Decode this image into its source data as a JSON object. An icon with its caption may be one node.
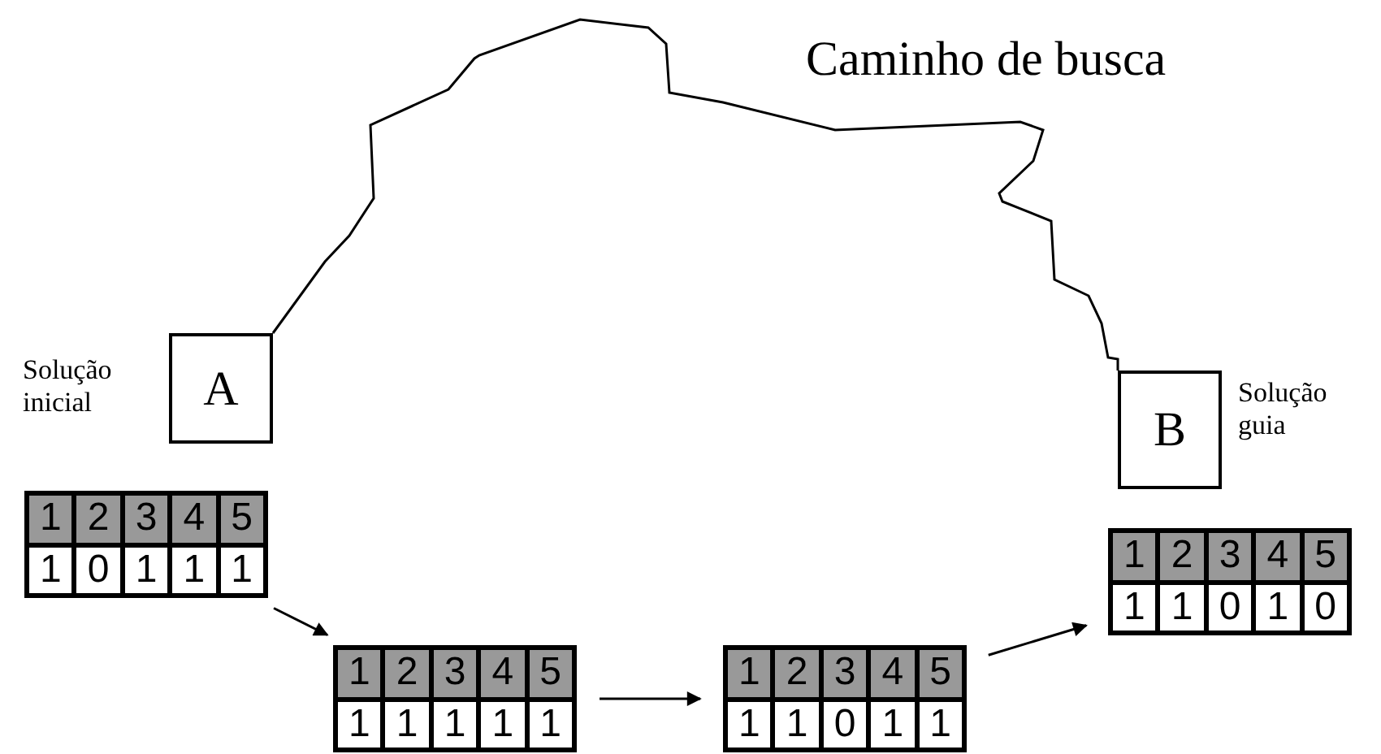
{
  "diagram": {
    "nodes": [
      {
        "text": [
          "A"
        ],
        "beside": [
          "Solução inicial"
        ]
      },
      {
        "text": [
          "B"
        ],
        "beside": [
          "Solução guia"
        ]
      },
      {
        "text": [
          "1",
          "2",
          "3",
          "4",
          "5",
          "1",
          "0",
          "1",
          "1",
          "1"
        ]
      },
      {
        "text": [
          "1",
          "2",
          "3",
          "4",
          "5",
          "1",
          "1",
          "1",
          "1",
          "1"
        ]
      },
      {
        "text": [
          "1",
          "2",
          "3",
          "4",
          "5",
          "1",
          "1",
          "0",
          "1",
          "1"
        ]
      },
      {
        "text": [
          "1",
          "2",
          "3",
          "4",
          "5",
          "1",
          "1",
          "0",
          "1",
          "0"
        ]
      }
    ],
    "edges": [
      {
        "from": 0,
        "to": 1,
        "arrow": "none",
        "label": "Caminho de busca"
      },
      {
        "from": 2,
        "to": 3,
        "arrow": "to"
      },
      {
        "from": 3,
        "to": 4,
        "arrow": "to"
      },
      {
        "from": 4,
        "to": 5,
        "arrow": "to"
      }
    ]
  }
}
